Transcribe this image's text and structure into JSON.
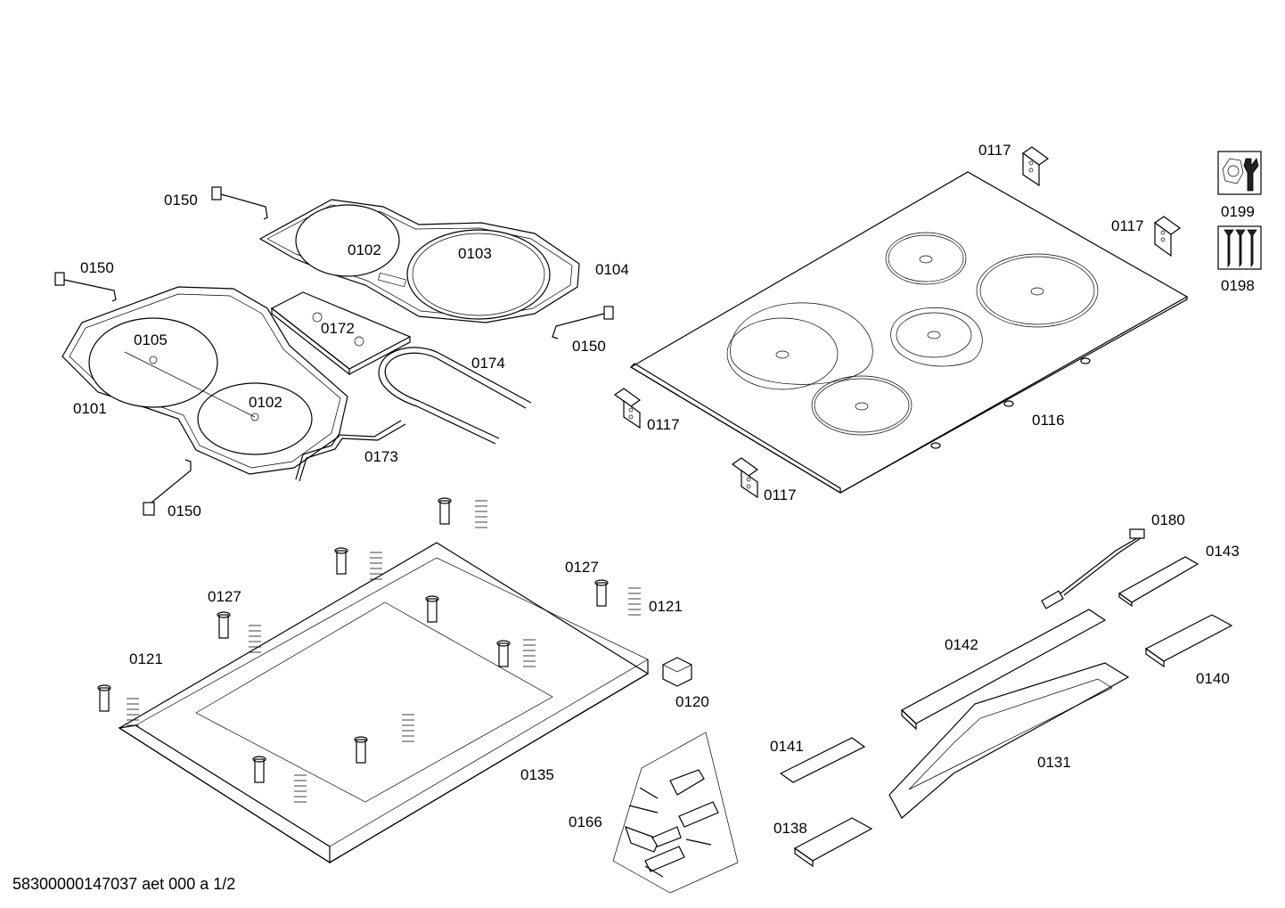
{
  "parts": {
    "p0117a": "0117",
    "p0117b": "0117",
    "p0117c": "0117",
    "p0117d": "0117",
    "p0199": "0199",
    "p0198": "0198",
    "p0150a": "0150",
    "p0150b": "0150",
    "p0150c": "0150",
    "p0150d": "0150",
    "p0102a": "0102",
    "p0102b": "0102",
    "p0103": "0103",
    "p0104": "0104",
    "p0172": "0172",
    "p0174": "0174",
    "p0105": "0105",
    "p0101": "0101",
    "p0173": "0173",
    "p0116": "0116",
    "p0180": "0180",
    "p0143": "0143",
    "p0127a": "0127",
    "p0127b": "0127",
    "p0121a": "0121",
    "p0121b": "0121",
    "p0120": "0120",
    "p0142": "0142",
    "p0140": "0140",
    "p0135": "0135",
    "p0141": "0141",
    "p0131": "0131",
    "p0166": "0166",
    "p0138": "0138"
  },
  "footer": "58300000147037 aet 000 a 1/2",
  "icons": {
    "service_tool": "wrench-nut-icon",
    "screws": "screws-icon"
  }
}
